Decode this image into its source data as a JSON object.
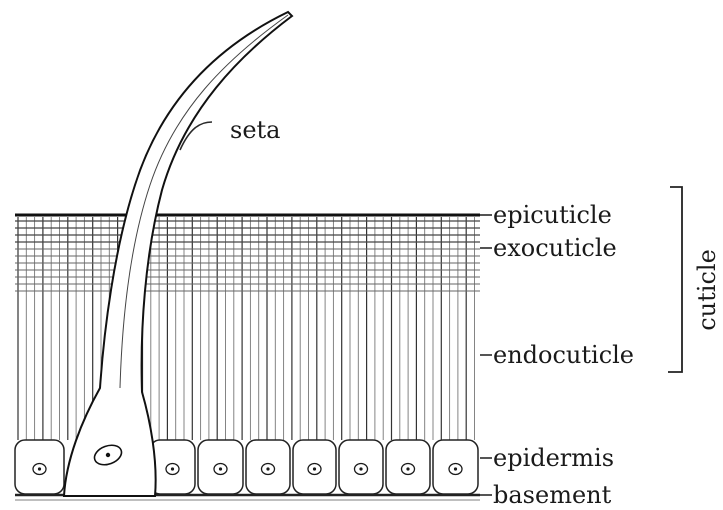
{
  "labels": {
    "seta": "seta",
    "epicuticle": "epicuticle",
    "exocuticle": "exocuticle",
    "endocuticle": "endocuticle",
    "epidermis": "epidermis",
    "basement": "basement",
    "cuticle": "cuticle"
  },
  "colors": {
    "ink": "#1a1a1a",
    "background": "#ffffff"
  }
}
